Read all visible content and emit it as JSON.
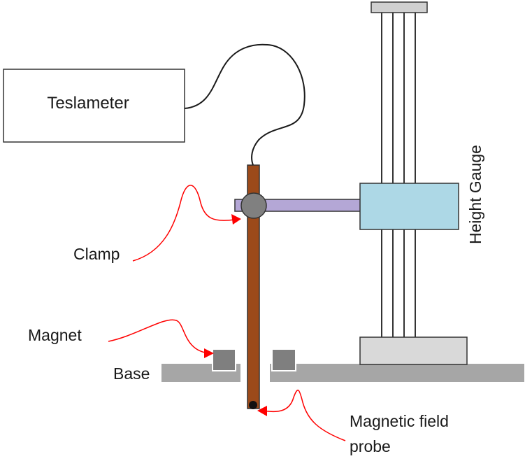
{
  "labels": {
    "teslameter": "Teslameter",
    "height_gauge": "Height Gauge",
    "clamp": "Clamp",
    "magnet": "Magnet",
    "base": "Base",
    "probe_line1": "Magnetic field",
    "probe_line2": "probe"
  },
  "colors": {
    "outline": "#333333",
    "teslameter_fill": "#ffffff",
    "base_fill": "#a6a6a6",
    "magnet_fill": "#7f7f7f",
    "probe_rod": "#9c4a1a",
    "clamp_ball": "#808080",
    "arm_fill": "#b4a7d6",
    "slider_fill": "#add8e6",
    "column_top_fill": "#d0d0d0",
    "foot_fill": "#d9d9d9",
    "arrow": "#ff0000",
    "cable": "#1a1a1a"
  }
}
